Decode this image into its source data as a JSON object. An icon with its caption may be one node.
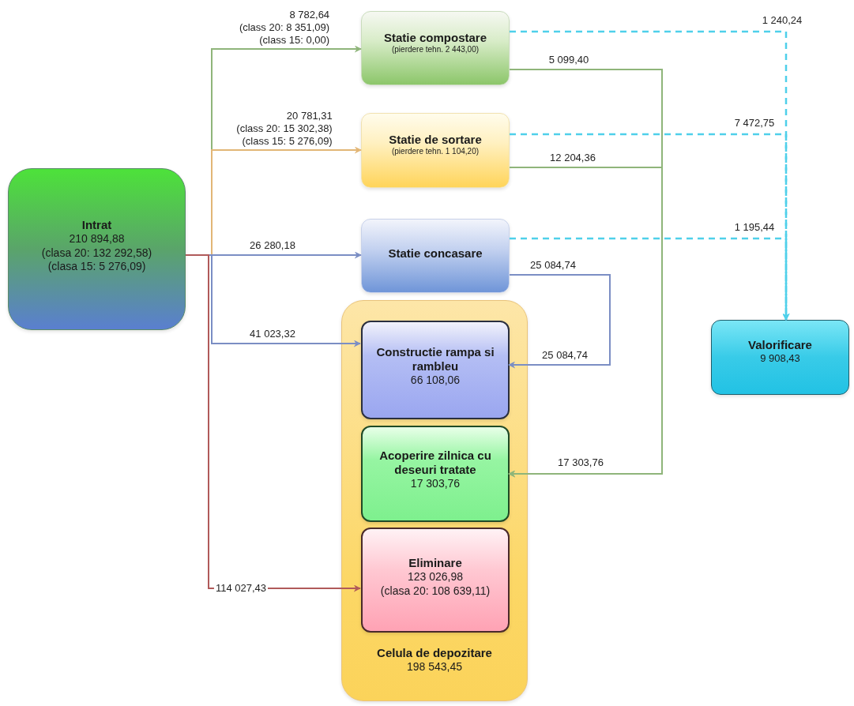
{
  "diagram": {
    "nodes": [
      {
        "text": [
          "Intrat",
          "210 894,88",
          "(clasa 20: 132 292,58)",
          "(clasa 15: 5 276,09)"
        ]
      },
      {
        "text": [
          "Statie compostare",
          "(pierdere tehn. 2 443,00)"
        ]
      },
      {
        "text": [
          "Statie de sortare",
          "(pierdere tehn. 1 104,20)"
        ]
      },
      {
        "text": [
          "Statie concasare"
        ]
      },
      {
        "text": [
          "Valorificare",
          "9 908,43"
        ]
      },
      {
        "text": [
          "Celula de depozitare",
          "198 543,45"
        ]
      },
      {
        "text": [
          "Constructie rampa si rambleu",
          "66 108,06"
        ],
        "in": 5
      },
      {
        "text": [
          "Acoperire zilnica cu deseuri tratate",
          "17 303,76"
        ],
        "in": 5
      },
      {
        "text": [
          "Eliminare",
          "123 026,98",
          "(clasa 20: 108 639,11)"
        ],
        "in": 5
      }
    ],
    "edges": [
      {
        "from": 0,
        "to": 1,
        "arrow": "to",
        "label": "8 782,64 (class 20: 8 351,09) (class 15: 0,00)",
        "color": "#8fb57a"
      },
      {
        "from": 0,
        "to": 2,
        "arrow": "to",
        "label": "20 781,31 (class 20: 15 302,38) (class 15: 5 276,09)",
        "color": "#e2b676"
      },
      {
        "from": 0,
        "to": 3,
        "arrow": "to",
        "label": "26 280,18",
        "color": "#7b8ec4"
      },
      {
        "from": 0,
        "to": 6,
        "arrow": "to",
        "label": "41 023,32",
        "color": "#7b8ec4"
      },
      {
        "from": 0,
        "to": 8,
        "arrow": "to",
        "label": "114 027,43",
        "color": "#b05a5a"
      },
      {
        "from": 1,
        "to": 7,
        "arrow": "to",
        "label": "5 099,40",
        "color": "#8fb57a"
      },
      {
        "from": 2,
        "to": 7,
        "arrow": "to",
        "label": "12 204,36",
        "color": "#8fb57a"
      },
      {
        "from": 3,
        "to": 6,
        "arrow": "to",
        "label": "25 084,74",
        "color": "#7b8ec4"
      },
      {
        "from": 1,
        "to": 4,
        "arrow": "to",
        "label": "1 240,24",
        "style": "dashed",
        "color": "#4fd0ea"
      },
      {
        "from": 2,
        "to": 4,
        "arrow": "to",
        "label": "7 472,75",
        "style": "dashed",
        "color": "#4fd0ea"
      },
      {
        "from": 3,
        "to": 4,
        "arrow": "to",
        "label": "1 195,44",
        "style": "dashed",
        "color": "#4fd0ea"
      }
    ],
    "labels": [
      "25 084,74",
      "17 303,76"
    ]
  }
}
